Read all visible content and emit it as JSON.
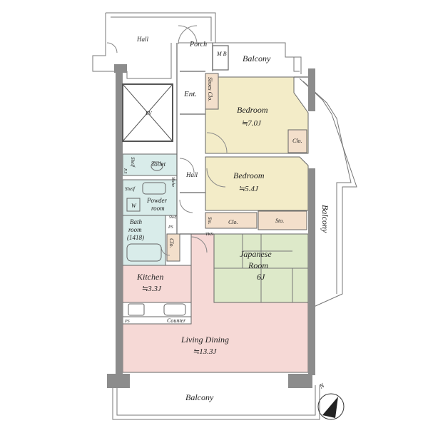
{
  "floorplan": {
    "rooms": {
      "hall_top": "Hall",
      "porch": "Porch",
      "mb": "M\nB",
      "balcony_top": "Balcony",
      "ent": "Ent.",
      "shoes_clo": "Shoes Clo.",
      "bedroom1_name": "Bedroom",
      "bedroom1_size": "≒7.0J",
      "clo_right": "Clo.",
      "ev": "EV",
      "shelf_top": "Shelf",
      "toilet": "Toilet",
      "ps_top": "P.S",
      "hall_mid": "Hall",
      "niche": "Niche",
      "bedroom2_name": "Bedroom",
      "bedroom2_size": "≒5.4J",
      "balcony_right": "Balcony",
      "shelf_mid": "Shelf",
      "w": "W",
      "powder_room_1": "Powder",
      "powder_room_2": "room",
      "shelf_small": "Shelf",
      "sto_left": "Sto.",
      "clo_mid": "Clo.",
      "sto_right": "Sto.",
      "tks": "TKS",
      "bath_1": "Bath",
      "bath_2": "room",
      "bath_3": "(1418)",
      "ps_bath": "PS",
      "clo_vertical": "Clo.",
      "japanese_1": "Japanese",
      "japanese_2": "Room",
      "japanese_3": "6J",
      "kitchen_name": "Kitchen",
      "kitchen_size": "≒3.3J",
      "ps_kitchen": "PS",
      "counter": "Counter",
      "living_name": "Living Dining",
      "living_size": "≒13.3J",
      "balcony_bottom": "Balcony",
      "compass_n": "N"
    },
    "colors": {
      "bedroom": "#f3ecc8",
      "wet": "#d9ecea",
      "kitchen_living": "#f6d9d6",
      "japanese": "#dde9c9",
      "storage": "#f3dfcb",
      "wall": "#8c8c8c",
      "line": "#666666"
    }
  }
}
